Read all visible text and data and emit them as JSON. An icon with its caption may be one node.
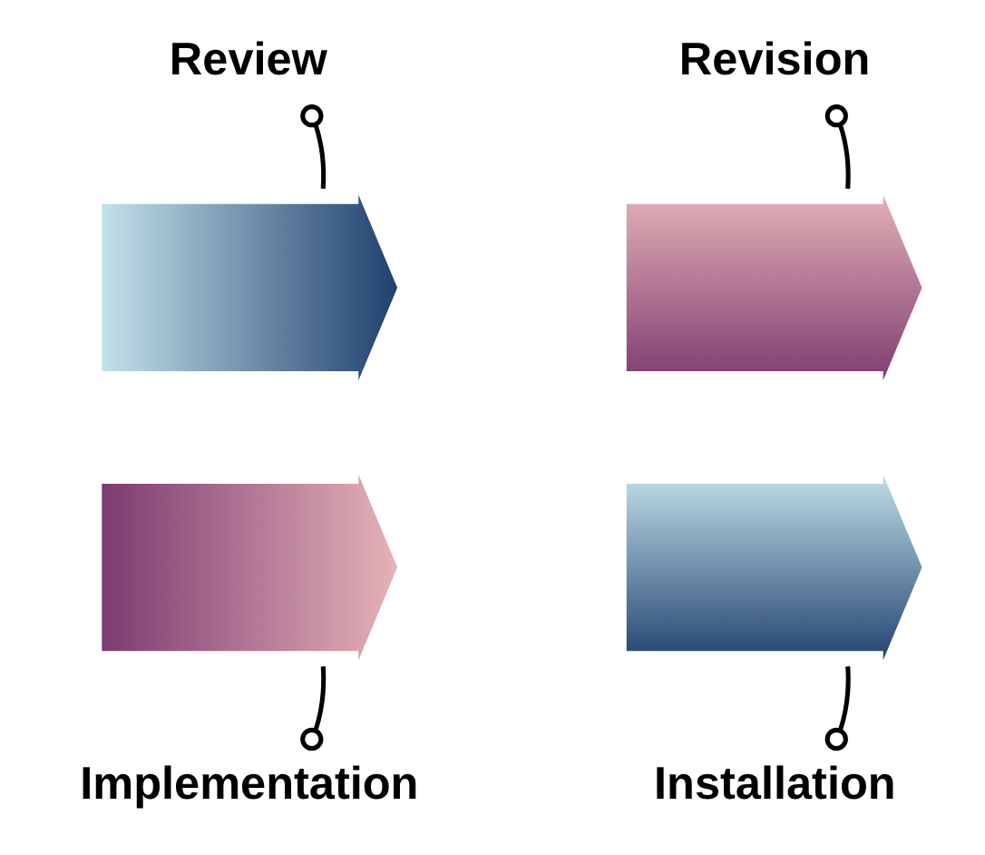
{
  "diagram": {
    "nodes": [
      {
        "text": [
          "Review"
        ]
      },
      {
        "text": [
          "Revision"
        ]
      },
      {
        "text": [],
        "shape": "arrow"
      },
      {
        "text": [],
        "shape": "arrow"
      },
      {
        "text": [],
        "shape": "arrow"
      },
      {
        "text": [],
        "shape": "arrow"
      },
      {
        "text": [
          "Implementation"
        ]
      },
      {
        "text": [
          "Installation"
        ]
      }
    ],
    "edges": [
      {
        "from": 0,
        "to": 2,
        "arrow": "other"
      },
      {
        "from": 1,
        "to": 3,
        "arrow": "other"
      },
      {
        "from": 6,
        "to": 4,
        "arrow": "other"
      },
      {
        "from": 7,
        "to": 5,
        "arrow": "other"
      }
    ]
  }
}
